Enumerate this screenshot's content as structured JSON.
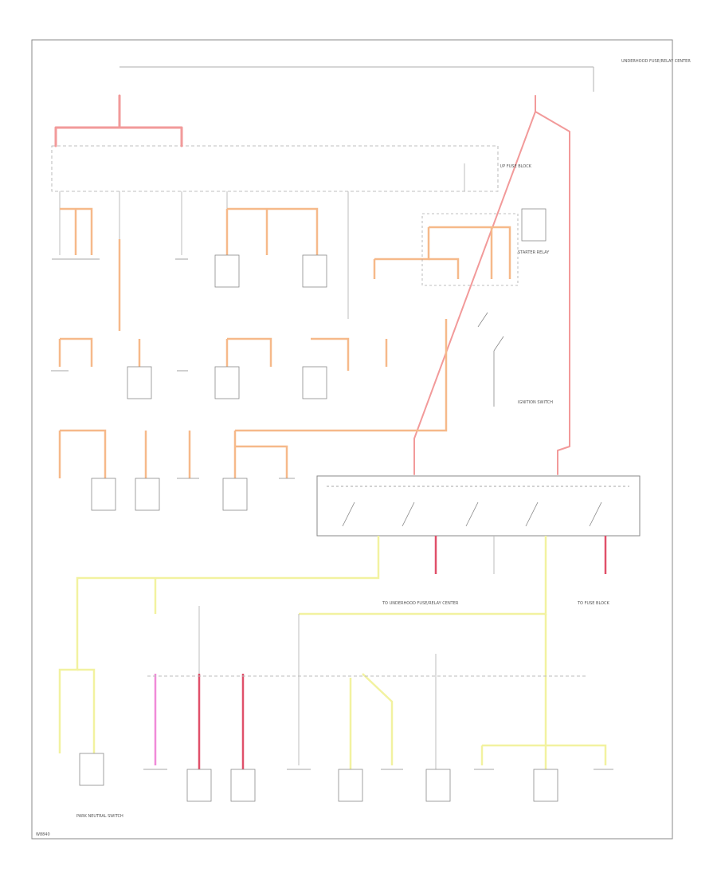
{
  "colors": {
    "frame": "#8a8a8a",
    "wire_default": "#bdbdbd",
    "wire_red": "#f29a9a",
    "wire_orange": "#f6b98a",
    "wire_yellow": "#f2f2a0",
    "wire_pink": "#f08ad8",
    "wire_dark_red": "#e0506a",
    "component_outline": "#8a8a8a",
    "text": "#7a7a7a"
  },
  "icons": {
    "fuse": "fuse-icon",
    "connector": "connector-icon",
    "ground": "ground-icon",
    "switch": "switch-icon",
    "component": "component-box-icon"
  },
  "labels": {
    "page_code": "W8840",
    "ignition_switch": "IGNITION SWITCH",
    "to_underhood_fuse_relay_center": "TO UNDERHOOD FUSE/RELAY CENTER",
    "to_fuse_block": "TO FUSE BLOCK",
    "underhood_fuse_relay_center": "UNDERHOOD FUSE/RELAY CENTER",
    "instrument_panel_fuse_block": "I/P FUSE BLOCK",
    "starter_relay": "STARTER RELAY",
    "park_neutral_switch": "PARK NEUTRAL SWITCH"
  }
}
